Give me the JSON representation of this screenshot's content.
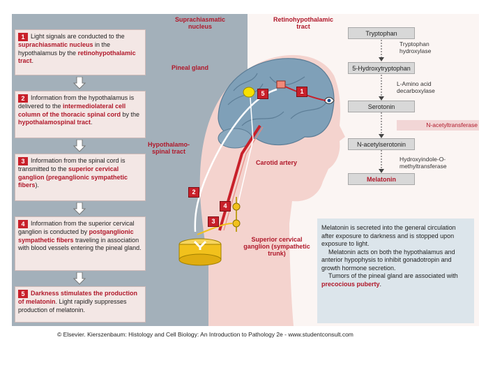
{
  "steps": [
    {
      "num": "1",
      "parts": [
        {
          "t": "Light signals are conducted to the ",
          "hl": false
        },
        {
          "t": "suprachiasmatic nucleus",
          "hl": true
        },
        {
          "t": " in the hypothalamus by the ",
          "hl": false
        },
        {
          "t": "retinohypothalamic tract",
          "hl": true
        },
        {
          "t": ".",
          "hl": false
        }
      ]
    },
    {
      "num": "2",
      "parts": [
        {
          "t": "Information from the hypothalamus is delivered to the ",
          "hl": false
        },
        {
          "t": "intermediolateral cell column of the thoracic spinal cord",
          "hl": true
        },
        {
          "t": " by the ",
          "hl": false
        },
        {
          "t": "hypothalamospinal tract",
          "hl": true
        },
        {
          "t": ".",
          "hl": false
        }
      ]
    },
    {
      "num": "3",
      "parts": [
        {
          "t": "Information from the spinal cord is transmitted to the ",
          "hl": false
        },
        {
          "t": "superior cervical ganglion (preganglionic sympathetic fibers",
          "hl": true
        },
        {
          "t": ").",
          "hl": false
        }
      ]
    },
    {
      "num": "4",
      "parts": [
        {
          "t": "Information from the superior cervical ganglion is conducted by ",
          "hl": false
        },
        {
          "t": "postganglionic sympathetic fibers",
          "hl": true
        },
        {
          "t": " traveling in association with blood vessels entering the pineal gland.",
          "hl": false
        }
      ]
    },
    {
      "num": "5",
      "parts": [
        {
          "t": "Darkness stimulates the production of melatonin",
          "hl": true
        },
        {
          "t": ". Light rapidly suppresses production of melatonin.",
          "hl": false
        }
      ]
    }
  ],
  "labels": {
    "suprachiasmatic": "Suprachiasmatic nucleus",
    "retinohypothalamic": "Retinohypothalamic tract",
    "pineal_gland": "Pineal gland",
    "hypothalamospinal": "Hypothalamo-spinal tract",
    "carotid_artery": "Carotid artery",
    "superior_cervical": "Superior cervical ganglion (sympathetic trunk)"
  },
  "diagram_badges": [
    "1",
    "2",
    "3",
    "4",
    "5"
  ],
  "pathway": {
    "compounds": [
      "Tryptophan",
      "5-Hydroxytryptophan",
      "Serotonin",
      "N-acetylserotonin",
      "Melatonin"
    ],
    "enzymes": [
      "Tryptophan hydroxylase",
      "L-Amino acid decarboxylase",
      "N-acetyltransferase",
      "Hydroxyindole-O-methyltransferase"
    ]
  },
  "info": {
    "p1": "Melatonin is secreted into the general circulation after exposure to darkness and is stopped upon exposure to light.",
    "p2": "Melatonin acts on both the hypothalamus and anterior hypophysis to inhibit gonadotropin and growth hormone secretion.",
    "p3_plain": "Tumors of the pineal gland are associated with ",
    "p3_hl": "precocious puberty",
    "p3_end": "."
  },
  "caption": "© Elsevier. Kierszenbaum: Histology and Cell Biology: An Introduction to Pathology 2e - www.studentconsult.com",
  "colors": {
    "accent_red": "#c8202a",
    "gray_panel": "#a3b0ba",
    "skin": "#f4d3ce",
    "brain": "#7fa0b8",
    "ganglion": "#f2c11c",
    "info_bg": "#dce5eb"
  }
}
